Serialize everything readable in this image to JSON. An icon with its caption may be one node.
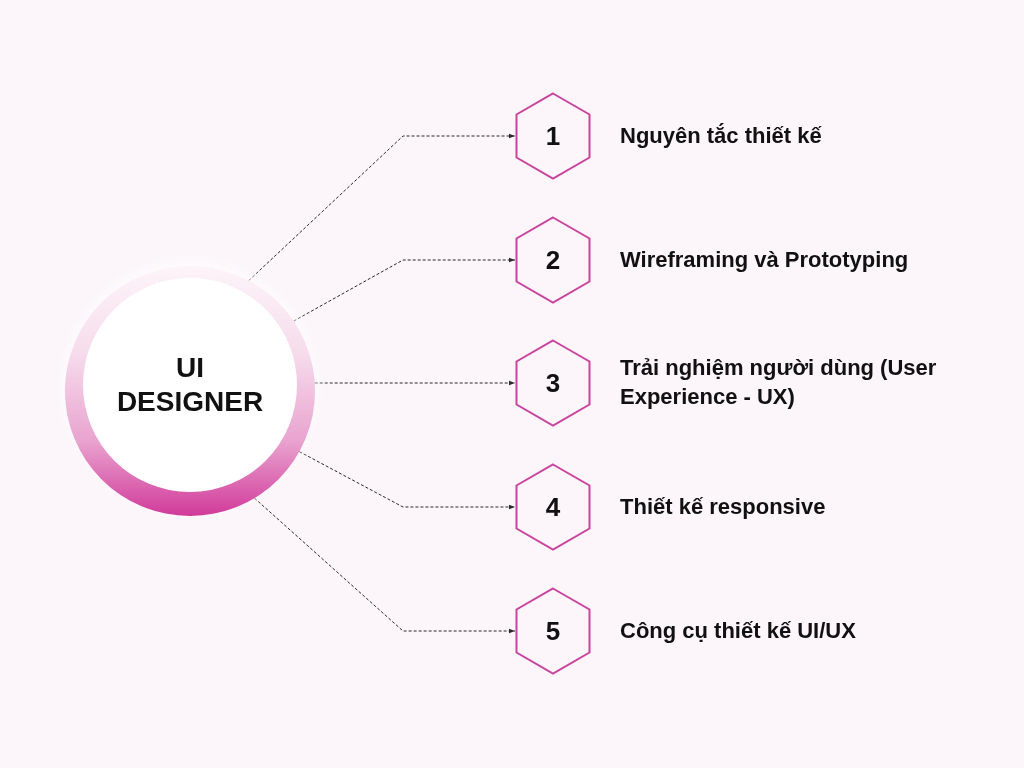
{
  "diagram": {
    "nodes": [
      {
        "text": [
          "UI DESIGNER"
        ]
      },
      {
        "text": [
          "1"
        ],
        "beside": [
          "Nguyên tắc thiết kế"
        ]
      },
      {
        "text": [
          "2"
        ],
        "beside": [
          "Wireframing và Prototyping"
        ]
      },
      {
        "text": [
          "3"
        ],
        "beside": [
          "Trải nghiệm người dùng (User Experience - UX)"
        ]
      },
      {
        "text": [
          "4"
        ],
        "beside": [
          "Thiết kế responsive"
        ]
      },
      {
        "text": [
          "5"
        ],
        "beside": [
          "Công cụ thiết kế UI/UX"
        ]
      }
    ],
    "edges": [
      {
        "from": 0,
        "to": 1,
        "arrow": "to",
        "style": "dashed"
      },
      {
        "from": 0,
        "to": 2,
        "arrow": "to",
        "style": "dashed"
      },
      {
        "from": 0,
        "to": 3,
        "arrow": "to",
        "style": "dashed"
      },
      {
        "from": 0,
        "to": 4,
        "arrow": "to",
        "style": "dashed"
      },
      {
        "from": 0,
        "to": 5,
        "arrow": "to",
        "style": "dashed"
      }
    ]
  }
}
